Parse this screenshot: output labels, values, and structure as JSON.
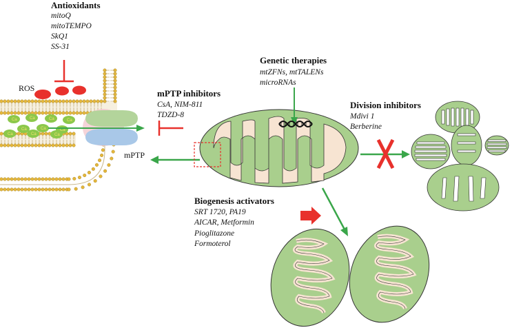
{
  "antioxidants": {
    "title": "Antioxidants",
    "items": [
      "mitoQ",
      "mitoTEMPO",
      "SkQ1",
      "SS-31"
    ]
  },
  "ros_label": "ROS",
  "ca_label": "Ca",
  "mptp_label": "mPTP",
  "mptp_inhibitors": {
    "title": "mPTP inhibitors",
    "items": [
      "CsA, NIM-811",
      "TDZD-8"
    ]
  },
  "genetic_therapies": {
    "title": "Genetic therapies",
    "items": [
      "mtZFNs, mtTALENs",
      "microRNAs"
    ]
  },
  "division_inhibitors": {
    "title": "Division inhibitors",
    "items": [
      "Mdivi 1",
      "Berberine"
    ]
  },
  "biogenesis_activators": {
    "title": "Biogenesis activators",
    "items": [
      "SRT 1720, PA19",
      "AICAR, Metformin",
      "Pioglitazone",
      "Formoterol"
    ]
  },
  "colors": {
    "green_fill": "#a9cf8d",
    "green_arrow": "#3aa64a",
    "matrix": "#f7e4d2",
    "red": "#e8312c",
    "membrane_head": "#e5b73b",
    "pore_blue": "#a9c8e8",
    "pore_pink": "#f2c9cf"
  }
}
